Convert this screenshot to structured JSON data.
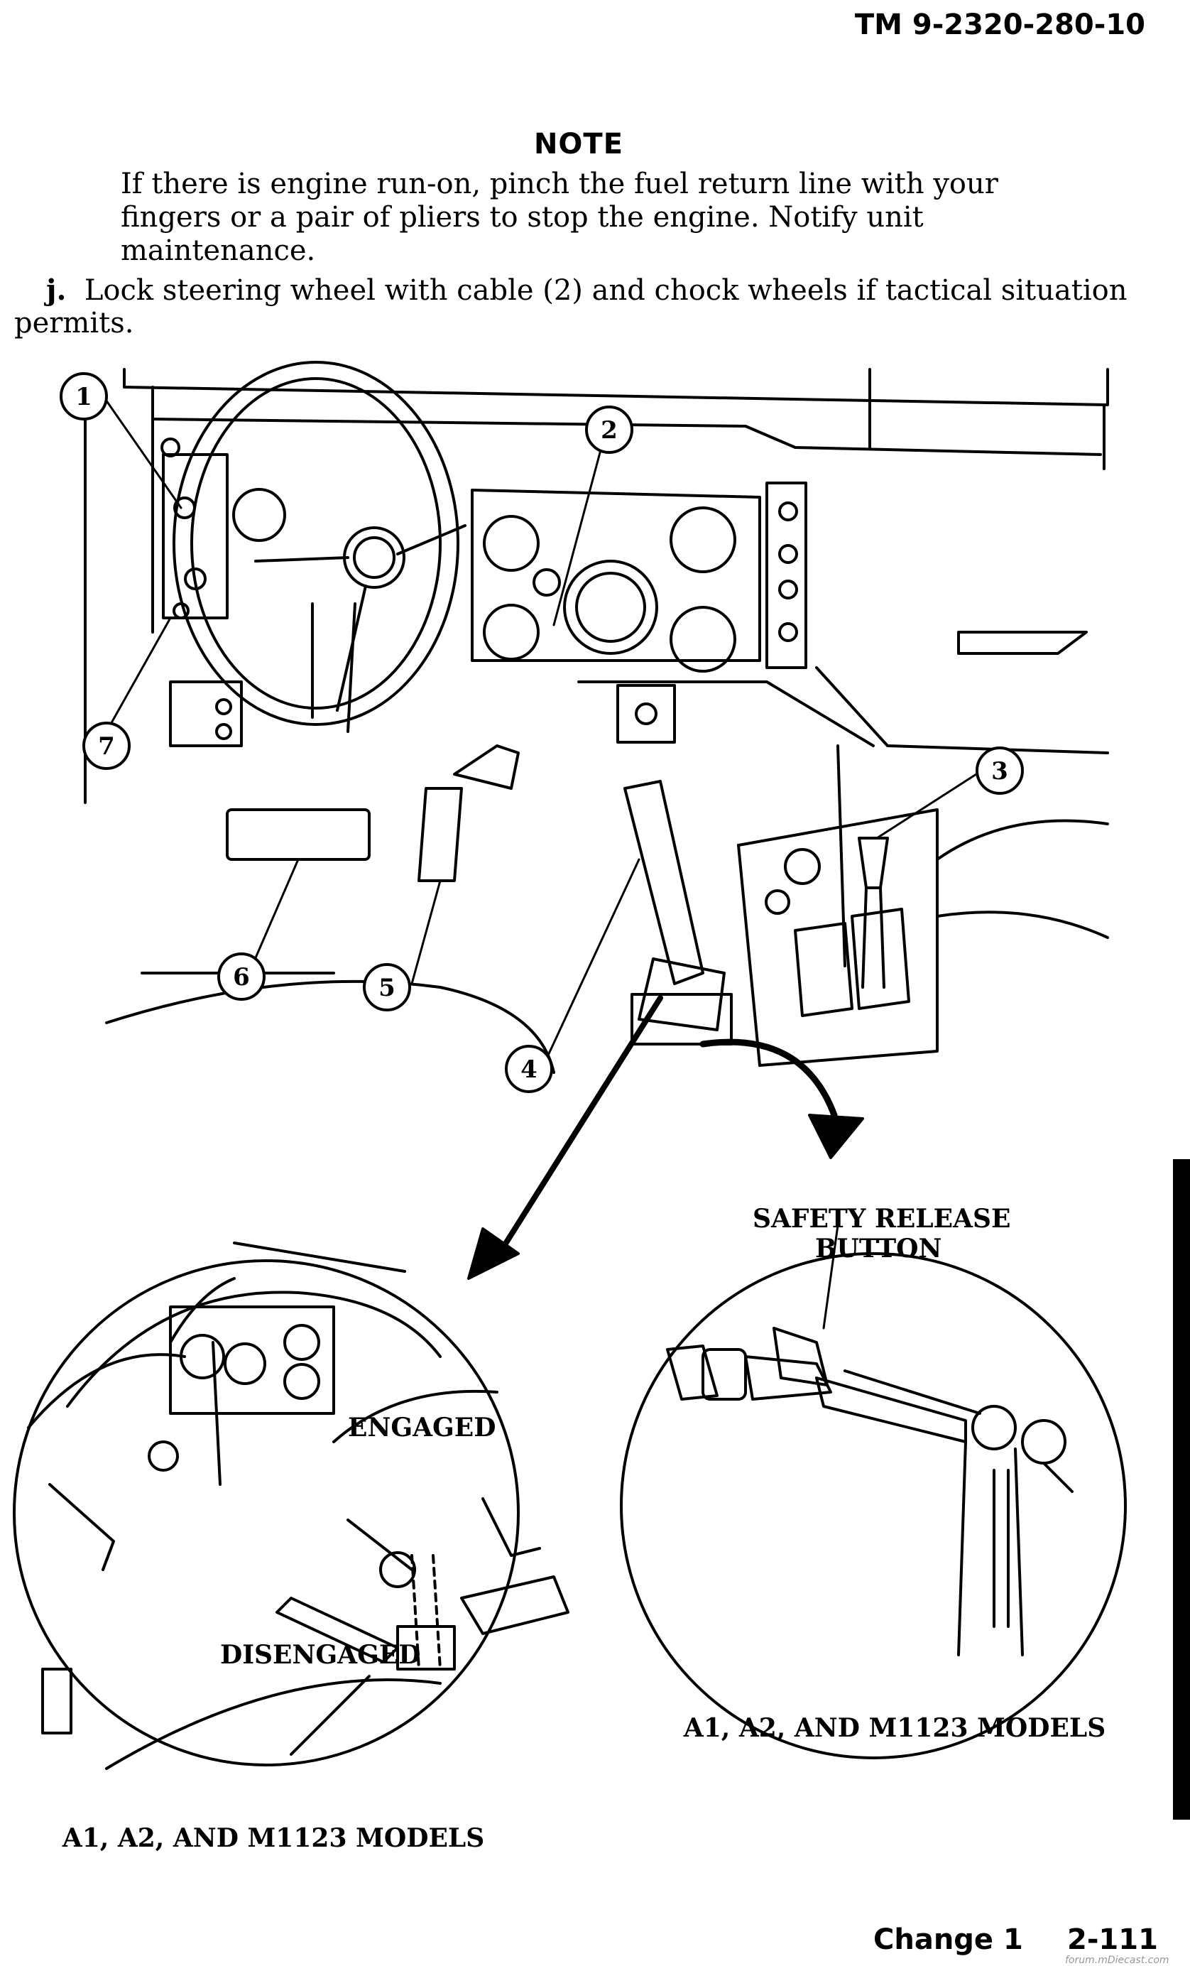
{
  "header": {
    "doc_number": "TM 9-2320-280-10"
  },
  "note": {
    "heading": "NOTE",
    "text": "If there is engine run-on, pinch the fuel return line with your fingers or a pair of pliers to stop the engine. Notify unit maintenance."
  },
  "step": {
    "letter": "j.",
    "text": "Lock steering wheel with cable (2) and chock wheels if tactical situation permits."
  },
  "figure": {
    "callouts": [
      "1",
      "2",
      "3",
      "4",
      "5",
      "6",
      "7"
    ],
    "left_detail": {
      "label_engaged": "ENGAGED",
      "label_disengaged": "DISENGAGED",
      "caption": "A1, A2, AND M1123 MODELS"
    },
    "right_detail": {
      "label_button_line1": "SAFETY RELEASE",
      "label_button_line2": "BUTTON",
      "caption": "A1, A2, AND M1123 MODELS"
    }
  },
  "footer": {
    "change": "Change 1",
    "page": "2-111",
    "watermark": "forum.mDiecast.com"
  }
}
